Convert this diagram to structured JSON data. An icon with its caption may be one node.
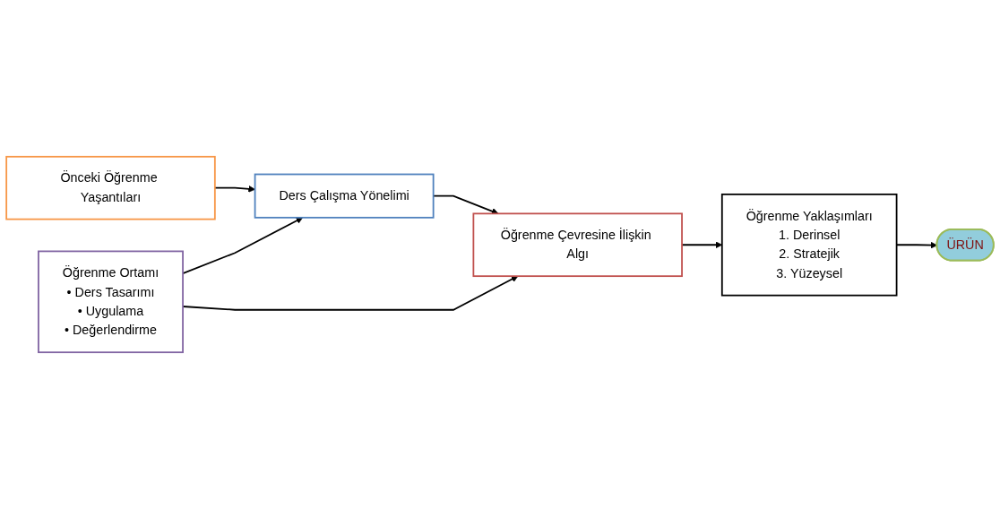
{
  "diagram": {
    "nodes": [
      {
        "text": [
          "Önceki Öğrenme Yaşantıları"
        ]
      },
      {
        "text": [
          "Ders Çalışma Yönelimi"
        ]
      },
      {
        "text": [
          "Öğrenme Ortamı",
          "• Ders Tasarımı",
          "• Uygulama",
          "• Değerlendirme"
        ]
      },
      {
        "text": [
          "Öğrenme Çevresine İlişkin Algı"
        ]
      },
      {
        "text": [
          "Öğrenme Yaklaşımları",
          "1. Derinsel",
          "2. Stratejik",
          "3. Yüzeysel"
        ]
      },
      {
        "text": [
          "ÜRÜN"
        ]
      }
    ],
    "edges": [
      {
        "from": 0,
        "to": 1,
        "arrow": "to"
      },
      {
        "from": 2,
        "to": 1,
        "arrow": "to"
      },
      {
        "from": 1,
        "to": 3,
        "arrow": "to"
      },
      {
        "from": 2,
        "to": 3,
        "arrow": "to"
      },
      {
        "from": 3,
        "to": 4,
        "arrow": "to"
      },
      {
        "from": 4,
        "to": 5,
        "arrow": "to"
      }
    ]
  }
}
